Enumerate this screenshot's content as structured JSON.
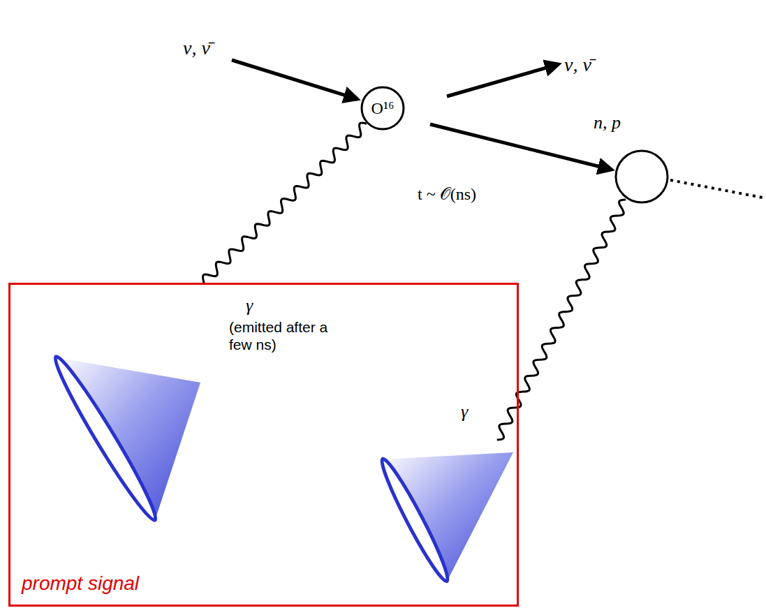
{
  "diagram": {
    "nodes": [
      {
        "text": [
          "O¹⁶"
        ]
      },
      {
        "text": [
          "prompt signal"
        ]
      }
    ],
    "edges": [
      {
        "from": 0,
        "to": 1,
        "arrow": "none"
      }
    ],
    "labels": [
      "ν, ν̄",
      "ν, ν̄",
      "n, p",
      "t ~ 𝒪(ns)",
      "γ",
      "(emitted after a few ns)",
      "γ"
    ]
  }
}
